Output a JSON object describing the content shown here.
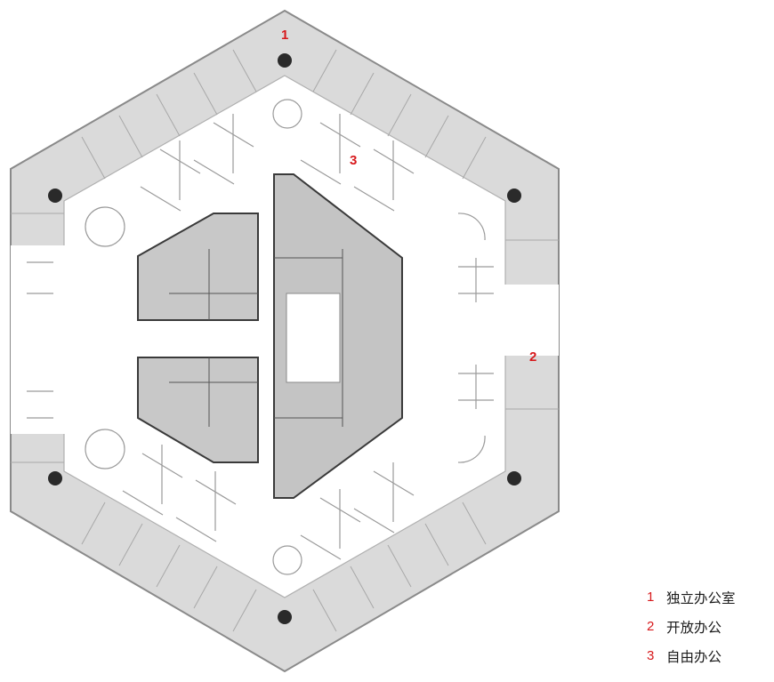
{
  "accent_color": "#d7191c",
  "markers": [
    {
      "id": "marker-1",
      "text": "1"
    },
    {
      "id": "marker-2",
      "text": "2"
    },
    {
      "id": "marker-3",
      "text": "3"
    }
  ],
  "legend": [
    {
      "num": "1",
      "label": "独立办公室"
    },
    {
      "num": "2",
      "label": "开放办公"
    },
    {
      "num": "3",
      "label": "自由办公"
    }
  ]
}
